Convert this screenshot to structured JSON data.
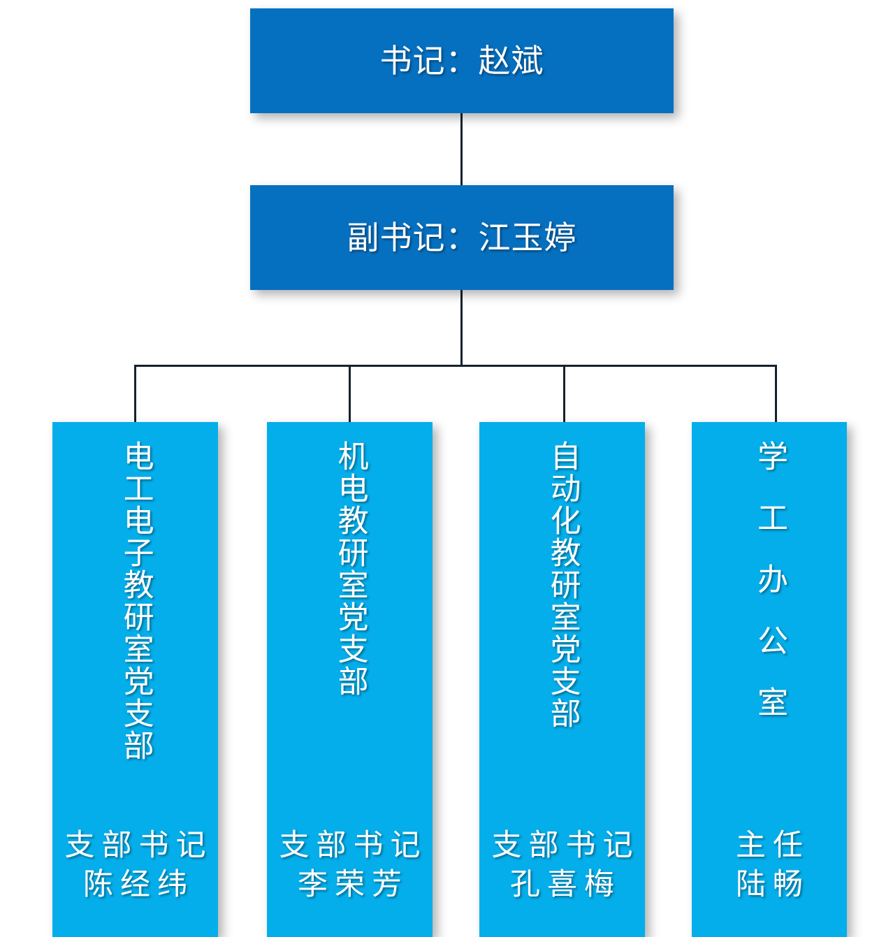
{
  "chart": {
    "type": "org-chart",
    "orientation": "top-down",
    "accent_dark": "#0670c0",
    "accent_light": "#04aeeb",
    "connector_color": "#16222e",
    "text_color": "#ffffff"
  },
  "levels": {
    "level1": {
      "title": "书记：赵斌"
    },
    "level2": {
      "title": "副书记：江玉婷"
    },
    "level3": [
      {
        "unit": "电工电子教研室党支部",
        "role": "支部书记",
        "person": "陈经纬"
      },
      {
        "unit": "机电教研室党支部",
        "role": "支部书记",
        "person": "李荣芳"
      },
      {
        "unit": "自动化教研室党支部",
        "role": "支部书记",
        "person": "孔喜梅"
      },
      {
        "unit": "学工办公室",
        "role": "主任",
        "person": "陆畅"
      }
    ]
  }
}
